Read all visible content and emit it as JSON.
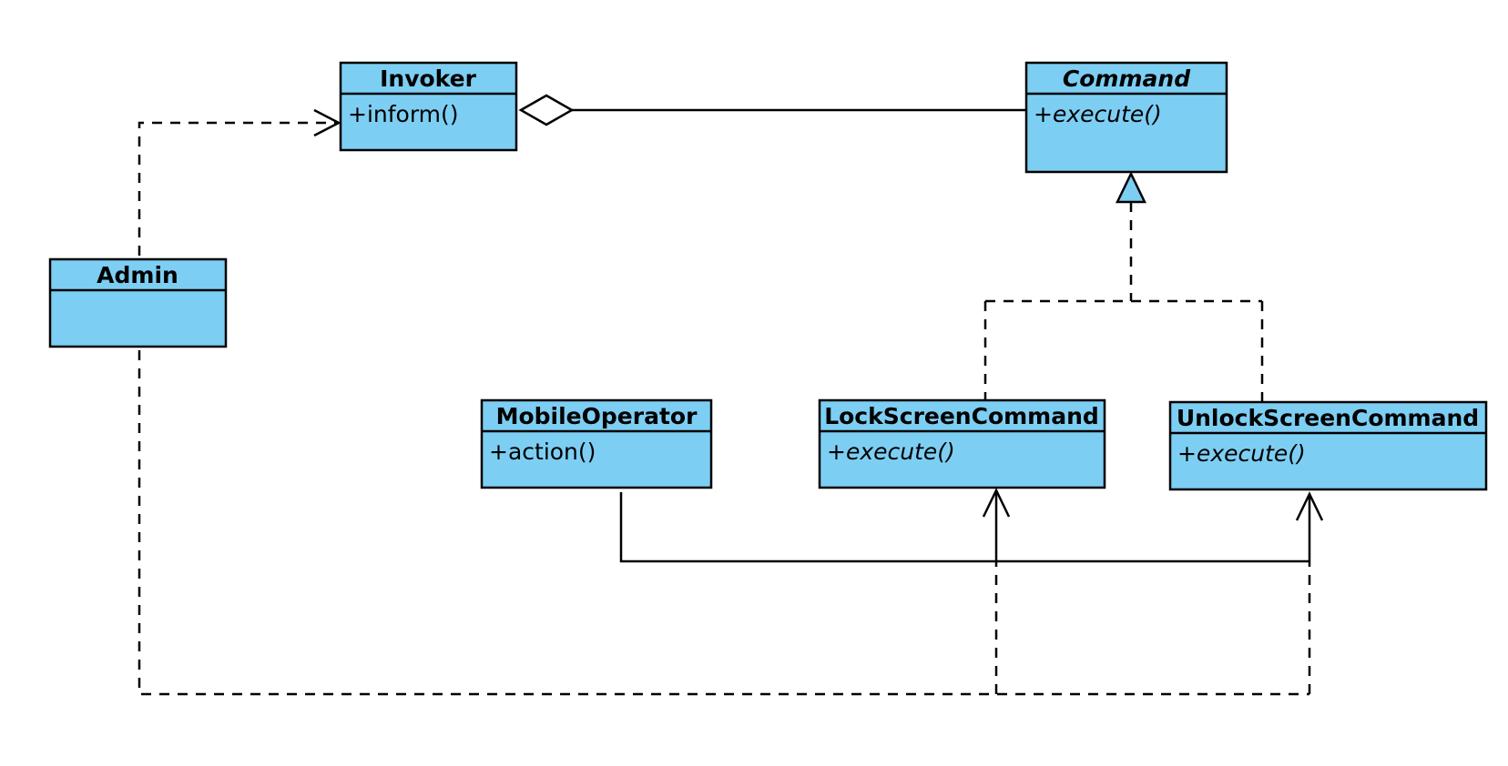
{
  "colors": {
    "class_fill": "#7dcef3",
    "line": "#000000",
    "background": "#ffffff"
  },
  "classes": {
    "invoker": {
      "name": "Invoker",
      "operations": [
        "+inform()"
      ],
      "abstract": false
    },
    "command": {
      "name": "Command",
      "operations": [
        "+execute()"
      ],
      "abstract": true
    },
    "admin": {
      "name": "Admin",
      "operations": [],
      "abstract": false
    },
    "mobile_operator": {
      "name": "MobileOperator",
      "operations": [
        "+action()"
      ],
      "abstract": false
    },
    "lock_screen_command": {
      "name": "LockScreenCommand",
      "operations": [
        "+execute()"
      ],
      "abstract": false
    },
    "unlock_screen_command": {
      "name": "UnlockScreenCommand",
      "operations": [
        "+execute()"
      ],
      "abstract": false
    }
  },
  "relationships": [
    {
      "kind": "dependency",
      "from": "Admin",
      "to": "Invoker"
    },
    {
      "kind": "aggregation",
      "from": "Invoker",
      "to": "Command"
    },
    {
      "kind": "realization",
      "from": "LockScreenCommand",
      "to": "Command"
    },
    {
      "kind": "realization",
      "from": "UnlockScreenCommand",
      "to": "Command"
    },
    {
      "kind": "association",
      "from": "MobileOperator",
      "to": "LockScreenCommand"
    },
    {
      "kind": "association",
      "from": "MobileOperator",
      "to": "UnlockScreenCommand"
    },
    {
      "kind": "dependency",
      "from": "Admin",
      "to": "LockScreenCommand"
    },
    {
      "kind": "dependency",
      "from": "Admin",
      "to": "UnlockScreenCommand"
    }
  ]
}
